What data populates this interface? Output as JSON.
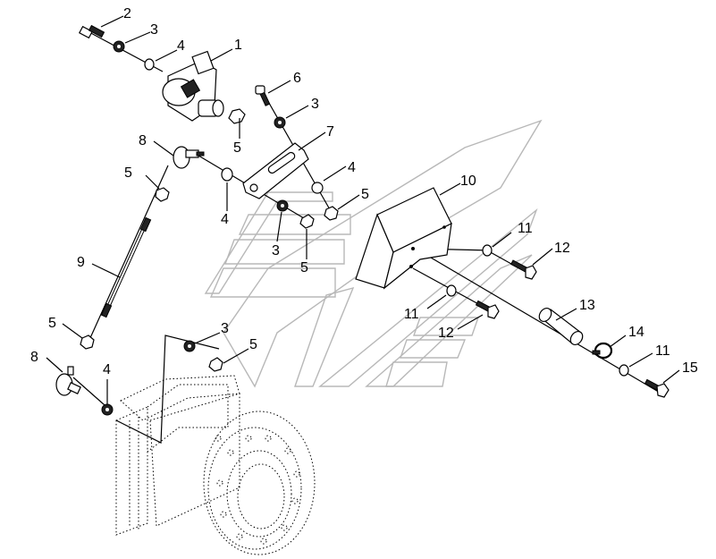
{
  "callouts": [
    {
      "id": "c2a",
      "text": "2"
    },
    {
      "id": "c3a",
      "text": "3"
    },
    {
      "id": "c4a",
      "text": "4"
    },
    {
      "id": "c1",
      "text": "1"
    },
    {
      "id": "c6",
      "text": "6"
    },
    {
      "id": "c3b",
      "text": "3"
    },
    {
      "id": "c5a",
      "text": "5"
    },
    {
      "id": "c8a",
      "text": "8"
    },
    {
      "id": "c7",
      "text": "7"
    },
    {
      "id": "c5b",
      "text": "5"
    },
    {
      "id": "c4b",
      "text": "4"
    },
    {
      "id": "c4c",
      "text": "4"
    },
    {
      "id": "c5c",
      "text": "5"
    },
    {
      "id": "c10",
      "text": "10"
    },
    {
      "id": "c3c",
      "text": "3"
    },
    {
      "id": "c5d",
      "text": "5"
    },
    {
      "id": "c11a",
      "text": "11"
    },
    {
      "id": "c12a",
      "text": "12"
    },
    {
      "id": "c9",
      "text": "9"
    },
    {
      "id": "c13",
      "text": "13"
    },
    {
      "id": "c11b",
      "text": "11"
    },
    {
      "id": "c12b",
      "text": "12"
    },
    {
      "id": "c5e",
      "text": "5"
    },
    {
      "id": "c3d",
      "text": "3"
    },
    {
      "id": "c5f",
      "text": "5"
    },
    {
      "id": "c14",
      "text": "14"
    },
    {
      "id": "c8b",
      "text": "8"
    },
    {
      "id": "c4d",
      "text": "4"
    },
    {
      "id": "c11c",
      "text": "11"
    },
    {
      "id": "c15",
      "text": "15"
    }
  ]
}
